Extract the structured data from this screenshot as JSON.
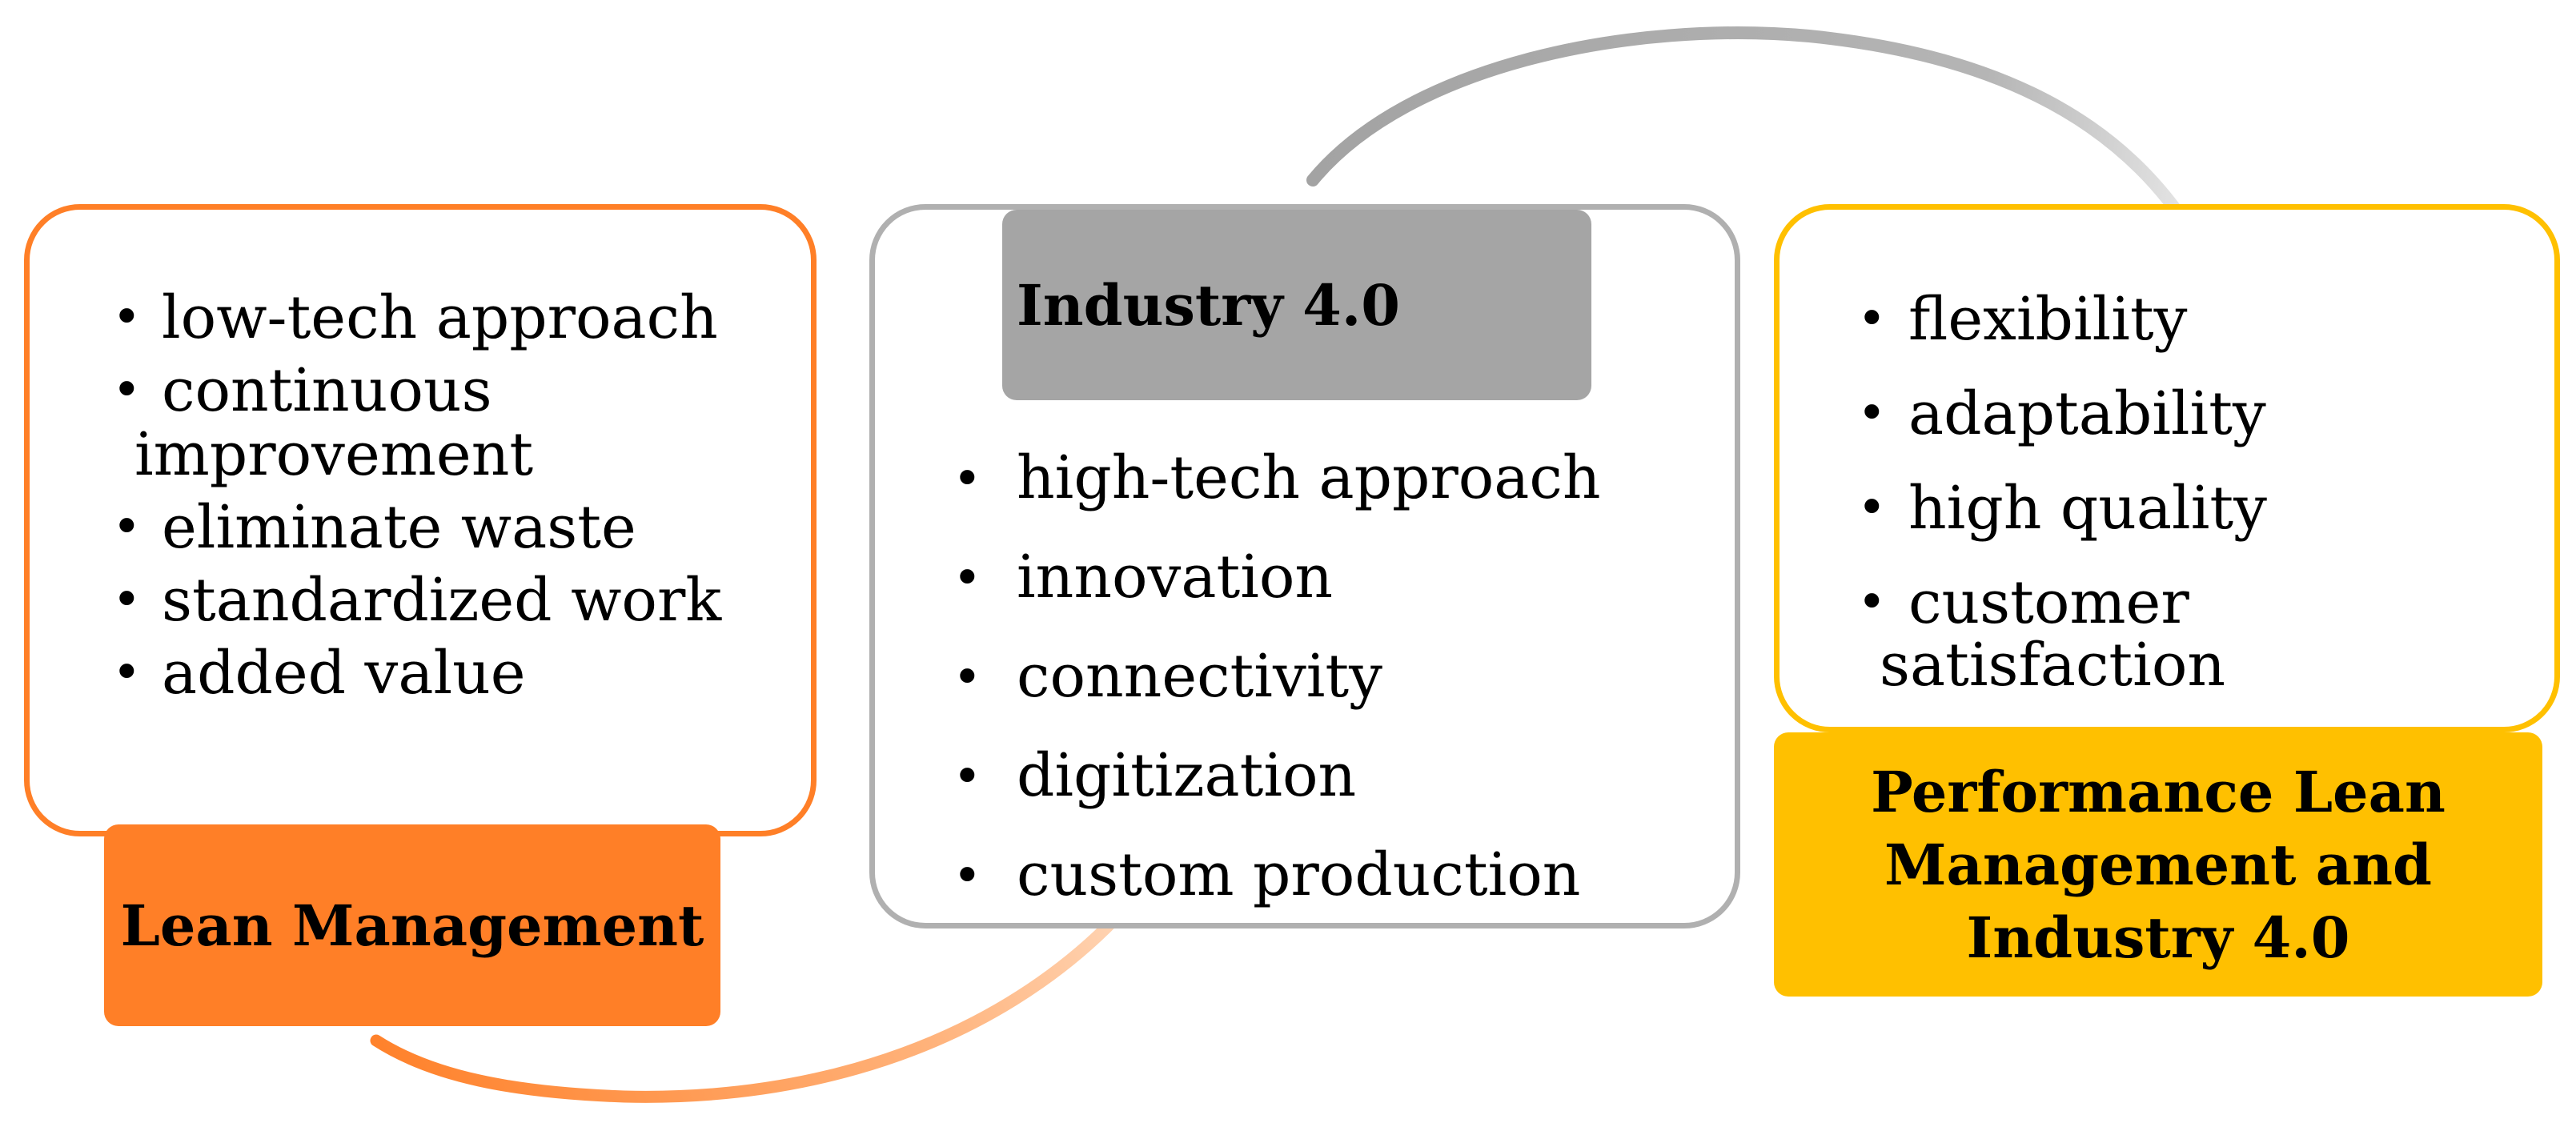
{
  "colors": {
    "lean": "#ff7f27",
    "industry40_border": "#b0b0b0",
    "industry40_fill": "#a5a5a5",
    "performance": "#ffc000",
    "arc_gray": "#a0a0a0"
  },
  "lean_management": {
    "label": "Lean Management",
    "items": [
      {
        "line1": "low-tech approach",
        "line2": ""
      },
      {
        "line1": "continuous",
        "line2": "improvement"
      },
      {
        "line1": "eliminate waste",
        "line2": ""
      },
      {
        "line1": "standardized work",
        "line2": ""
      },
      {
        "line1": "added value",
        "line2": ""
      }
    ]
  },
  "industry40": {
    "label": "Industry 4.0",
    "items": [
      "high-tech approach",
      "innovation",
      "connectivity",
      "digitization",
      "custom production"
    ]
  },
  "performance": {
    "label": "Performance Lean Management and Industry 4.0",
    "items": [
      {
        "line1": "flexibility",
        "line2": ""
      },
      {
        "line1": "adaptability",
        "line2": ""
      },
      {
        "line1": "high quality",
        "line2": ""
      },
      {
        "line1": "customer",
        "line2": "satisfaction"
      }
    ]
  }
}
